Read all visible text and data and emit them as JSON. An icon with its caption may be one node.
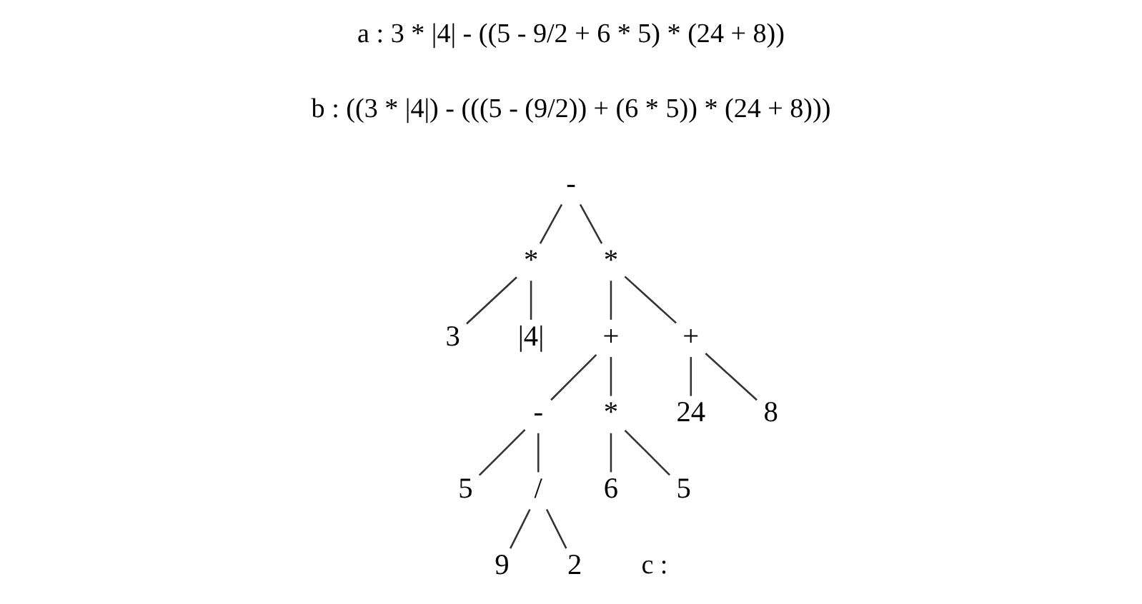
{
  "diagram": {
    "nodes": [
      {
        "text": [
          "-"
        ]
      },
      {
        "text": [
          "*"
        ]
      },
      {
        "text": [
          "*"
        ]
      },
      {
        "text": [
          "3"
        ]
      },
      {
        "text": [
          "|4|"
        ]
      },
      {
        "text": [
          "+"
        ]
      },
      {
        "text": [
          "+"
        ]
      },
      {
        "text": [
          "-"
        ]
      },
      {
        "text": [
          "*"
        ]
      },
      {
        "text": [
          "24"
        ]
      },
      {
        "text": [
          "8"
        ]
      },
      {
        "text": [
          "5"
        ]
      },
      {
        "text": [
          "/"
        ]
      },
      {
        "text": [
          "6"
        ]
      },
      {
        "text": [
          "5"
        ]
      },
      {
        "text": [
          "9"
        ]
      },
      {
        "text": [
          "2"
        ]
      }
    ],
    "edges": [
      {
        "from": 0,
        "to": 1,
        "arrow": "none"
      },
      {
        "from": 0,
        "to": 2,
        "arrow": "none"
      },
      {
        "from": 1,
        "to": 3,
        "arrow": "none"
      },
      {
        "from": 1,
        "to": 4,
        "arrow": "none"
      },
      {
        "from": 2,
        "to": 5,
        "arrow": "none"
      },
      {
        "from": 2,
        "to": 6,
        "arrow": "none"
      },
      {
        "from": 5,
        "to": 7,
        "arrow": "none"
      },
      {
        "from": 5,
        "to": 8,
        "arrow": "none"
      },
      {
        "from": 6,
        "to": 9,
        "arrow": "none"
      },
      {
        "from": 6,
        "to": 10,
        "arrow": "none"
      },
      {
        "from": 7,
        "to": 11,
        "arrow": "none"
      },
      {
        "from": 7,
        "to": 12,
        "arrow": "none"
      },
      {
        "from": 8,
        "to": 13,
        "arrow": "none"
      },
      {
        "from": 8,
        "to": 14,
        "arrow": "none"
      },
      {
        "from": 12,
        "to": 15,
        "arrow": "none"
      },
      {
        "from": 12,
        "to": 16,
        "arrow": "none"
      }
    ],
    "labels": [
      "a : 3 * |4| - ((5 - 9/2 + 6 * 5) * (24 + 8))",
      "b : ((3 * |4|) - (((5 - (9/2)) + (6 * 5)) * (24 + 8)))",
      "c :"
    ]
  }
}
